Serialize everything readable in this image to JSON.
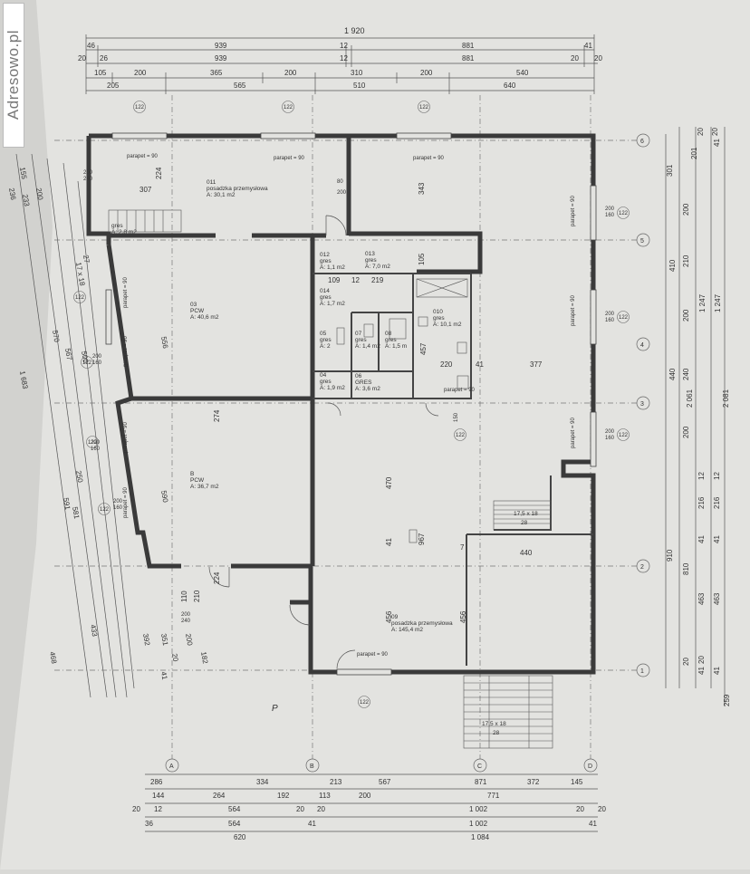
{
  "watermark": {
    "text": "Adresowo.pl"
  },
  "dims_top": {
    "total": "1 920",
    "row1": [
      "46",
      "939",
      "12",
      "881",
      "41"
    ],
    "row2": [
      "20",
      "26",
      "939",
      "12",
      "881",
      "20",
      "20"
    ],
    "row3": [
      "105",
      "200",
      "365",
      "200",
      "310",
      "200",
      "540"
    ],
    "row4": [
      "205",
      "565",
      "510",
      "640"
    ]
  },
  "dims_bottom": {
    "row1": [
      "286",
      "334",
      "213",
      "567",
      "871",
      "372",
      "145"
    ],
    "row2": [
      "144",
      "264",
      "192",
      "113",
      "200",
      "771"
    ],
    "row3": [
      "20",
      "12",
      "564",
      "20",
      "20",
      "1 002",
      "20",
      "20"
    ],
    "row4": [
      "36",
      "564",
      "41",
      "1 002",
      "41"
    ],
    "row5": [
      "620",
      "1 084"
    ]
  },
  "dims_right": [
    "301",
    "201",
    "20",
    "20",
    "41",
    "200",
    "410",
    "210",
    "200",
    "1 247",
    "1 247",
    "440",
    "240",
    "2 061",
    "2 081",
    "200",
    "12",
    "12",
    "216",
    "216",
    "910",
    "810",
    "41",
    "41",
    "463",
    "463",
    "20",
    "20",
    "41",
    "41",
    "259"
  ],
  "dims_left": [
    "155",
    "200",
    "233",
    "236",
    "27",
    "17 x 18",
    "556",
    "590",
    "392",
    "351",
    "200",
    "182",
    "41",
    "20",
    "1 683",
    "570",
    "567",
    "500",
    "250",
    "591",
    "581",
    "433",
    "468"
  ],
  "interior_dims": [
    "307",
    "343",
    "224",
    "109",
    "12",
    "219",
    "105",
    "457",
    "220",
    "41",
    "377",
    "470",
    "41",
    "967",
    "456",
    "456",
    "440",
    "110",
    "210",
    "224",
    "274"
  ],
  "rooms": [
    {
      "id": "011",
      "name": "posadzka przemysłowa",
      "area": "A: 30,1 m2"
    },
    {
      "id": "03",
      "name": "PCW",
      "area": "A: 40,6 m2"
    },
    {
      "id": "B",
      "name": "PCW",
      "area": "A: 36,7 m2"
    },
    {
      "id": "012",
      "name": "gres",
      "area": "A: 1,1 m2"
    },
    {
      "id": "013",
      "name": "gres",
      "area": "A: 7,0 m2"
    },
    {
      "id": "014",
      "name": "gres",
      "area": "A: 1,7 m2"
    },
    {
      "id": "010",
      "name": "gres",
      "area": "A: 10,1 m2"
    },
    {
      "id": "05",
      "name": "gres",
      "area": "A: 2"
    },
    {
      "id": "07",
      "name": "gres",
      "area": "A: 1,4 m2"
    },
    {
      "id": "08",
      "name": "gres",
      "area": "A: 1,5 m"
    },
    {
      "id": "04",
      "name": "gres",
      "area": "A: 1,9 m2"
    },
    {
      "id": "06",
      "name": "GRES",
      "area": "A: 3,6 m2"
    },
    {
      "id": "09",
      "name": "posadzka przemysłowa",
      "area": "A: 145,4 m2"
    },
    {
      "id": "",
      "name": "gres",
      "area": "A: 2,8 m2"
    }
  ],
  "parapet_label": "parapet = 90",
  "window_labels": [
    "122",
    "200",
    "160",
    "240",
    "80",
    "150"
  ],
  "stairs": [
    {
      "label": "17,5 x 18",
      "steps": "28"
    },
    {
      "label": "17,5 x 18",
      "steps": "28"
    }
  ],
  "axes_letters": [
    "A",
    "B",
    "C",
    "D"
  ],
  "axes_numbers": [
    "1",
    "2",
    "3",
    "4",
    "5",
    "6"
  ],
  "misc": {
    "p_mark": "P",
    "marker_7": "7",
    "marker_5": "5"
  }
}
